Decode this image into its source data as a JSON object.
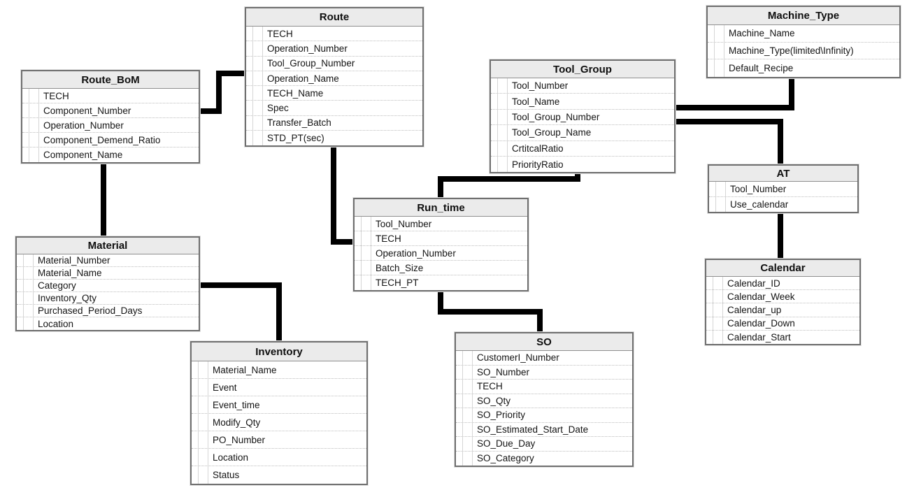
{
  "diagram": {
    "type": "entity-relationship",
    "background_color": "#ffffff",
    "connector_color": "#000000",
    "entity_border_color": "#6f6f6f",
    "entity_header_color": "#ebebeb",
    "entities": [
      {
        "id": "route_bom",
        "title": "Route_BoM",
        "fields": [
          "TECH",
          "Component_Number",
          "Operation_Number",
          "Component_Demend_Ratio",
          "Component_Name"
        ]
      },
      {
        "id": "route",
        "title": "Route",
        "fields": [
          "TECH",
          "Operation_Number",
          "Tool_Group_Number",
          "Operation_Name",
          "TECH_Name",
          "Spec",
          "Transfer_Batch",
          "STD_PT(sec)"
        ]
      },
      {
        "id": "tool_group",
        "title": "Tool_Group",
        "fields": [
          "Tool_Number",
          "Tool_Name",
          "Tool_Group_Number",
          "Tool_Group_Name",
          "CrtitcalRatio",
          "PriorityRatio"
        ]
      },
      {
        "id": "machine_type",
        "title": "Machine_Type",
        "fields": [
          "Machine_Name",
          "Machine_Type(limited\\Infinity)",
          "Default_Recipe"
        ]
      },
      {
        "id": "at",
        "title": "AT",
        "fields": [
          "Tool_Number",
          "Use_calendar"
        ]
      },
      {
        "id": "calendar",
        "title": "Calendar",
        "fields": [
          "Calendar_ID",
          "Calendar_Week",
          "Calendar_up",
          "Calendar_Down",
          "Calendar_Start"
        ]
      },
      {
        "id": "material",
        "title": "Material",
        "fields": [
          "Material_Number",
          "Material_Name",
          "Category",
          "Inventory_Qty",
          "Purchased_Period_Days",
          "Location"
        ]
      },
      {
        "id": "inventory",
        "title": "Inventory",
        "fields": [
          "Material_Name",
          "Event",
          "Event_time",
          "Modify_Qty",
          "PO_Number",
          "Location",
          "Status"
        ]
      },
      {
        "id": "run_time",
        "title": "Run_time",
        "fields": [
          "Tool_Number",
          "TECH",
          "Operation_Number",
          "Batch_Size",
          "TECH_PT"
        ]
      },
      {
        "id": "so",
        "title": "SO",
        "fields": [
          "CustomerI_Number",
          "SO_Number",
          "TECH",
          "SO_Qty",
          "SO_Priority",
          "SO_Estimated_Start_Date",
          "SO_Due_Day",
          "SO_Category"
        ]
      }
    ],
    "relations": [
      {
        "from": "Route_BoM",
        "to": "Route"
      },
      {
        "from": "Route_BoM",
        "to": "Material"
      },
      {
        "from": "Route",
        "to": "Run_time"
      },
      {
        "from": "Material",
        "to": "Inventory"
      },
      {
        "from": "Tool_Group",
        "to": "Run_time"
      },
      {
        "from": "Run_time",
        "to": "SO"
      },
      {
        "from": "Tool_Group",
        "to": "Machine_Type"
      },
      {
        "from": "Tool_Group",
        "to": "AT"
      },
      {
        "from": "AT",
        "to": "Calendar"
      }
    ]
  }
}
